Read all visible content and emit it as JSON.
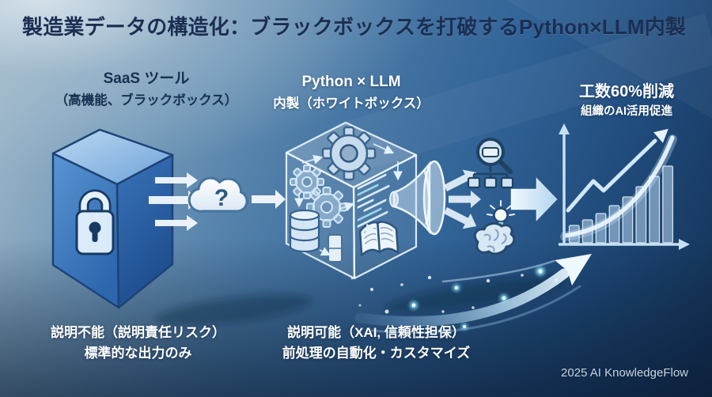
{
  "title": "製造業データの構造化：ブラックボックスを打破するPython×LLM内製",
  "left": {
    "heading1": "SaaS ツール",
    "heading2": "（高機能、ブラックボックス）",
    "note1": "説明不能（説明責任リスク）",
    "note2": "標準的な出力のみ"
  },
  "middle": {
    "heading1": "Python × LLM",
    "heading2": "内製（ホワイトボックス）",
    "note1": "説明可能（XAI, 信頼性担保）",
    "note2": "前処理の自動化・カスタマイズ"
  },
  "right": {
    "heading1": "工数60%削減",
    "heading2": "組織のAI活用促進"
  },
  "cloud": {
    "question_mark": "?"
  },
  "footer": {
    "credit": "2025 AI KnowledgeFlow"
  },
  "icons": [
    "padlock-icon",
    "question-cloud-icon",
    "gear-icon",
    "database-icon",
    "code-lines-icon",
    "open-book-icon",
    "funnel-icon",
    "search-structure-icon",
    "brain-idea-icon",
    "lightbulb-icon",
    "growth-chart-icon",
    "swoosh-arrow-icon",
    "flow-arrow-icon"
  ],
  "colors": {
    "title_navy": "#1b2e52",
    "cube_blue": "#3b74b8",
    "glass_edge": "#e8f3fc",
    "accent_cyan": "#8fe9ff",
    "white_text": "#ffffff",
    "bg_dark_navy": "#132f52"
  },
  "chart_data": {
    "type": "bar",
    "title": "",
    "xlabel": "",
    "ylabel": "",
    "categories": [
      "",
      "",
      "",
      "",
      "",
      "",
      "",
      ""
    ],
    "values": [
      22,
      29,
      37,
      47,
      58,
      71,
      84,
      97
    ],
    "unit": "relative-height-px",
    "annotations": "decorative growth chart: rising bars, exponential curve and zigzag trend arrow; no tick labels shown"
  }
}
